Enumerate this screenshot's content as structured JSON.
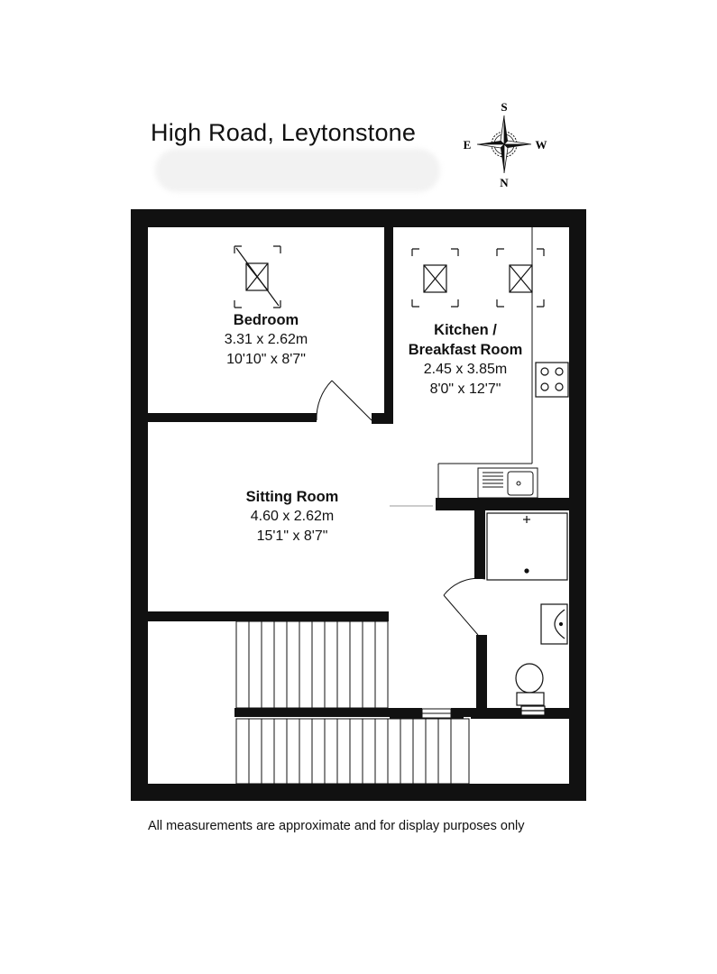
{
  "title": "High Road, Leytonstone",
  "compass": {
    "north": "N",
    "south": "S",
    "east": "E",
    "west": "W"
  },
  "rooms": [
    {
      "name": "Bedroom",
      "metric": "3.31 x 2.62m",
      "imperial": "10'10\" x 8'7\""
    },
    {
      "name_line1": "Kitchen /",
      "name_line2": "Breakfast Room",
      "metric": "2.45 x 3.85m",
      "imperial": "8'0\" x 12'7\""
    },
    {
      "name": "Sitting Room",
      "metric": "4.60 x 2.62m",
      "imperial": "15'1\" x 8'7\""
    }
  ],
  "footer": "All measurements are approximate and for display purposes only",
  "icons": [
    "compass-icon",
    "skylight-icon",
    "hob-icon",
    "sink-icon",
    "shower-icon",
    "basin-icon",
    "toilet-icon",
    "staircase-icon",
    "door-swing-icon"
  ]
}
